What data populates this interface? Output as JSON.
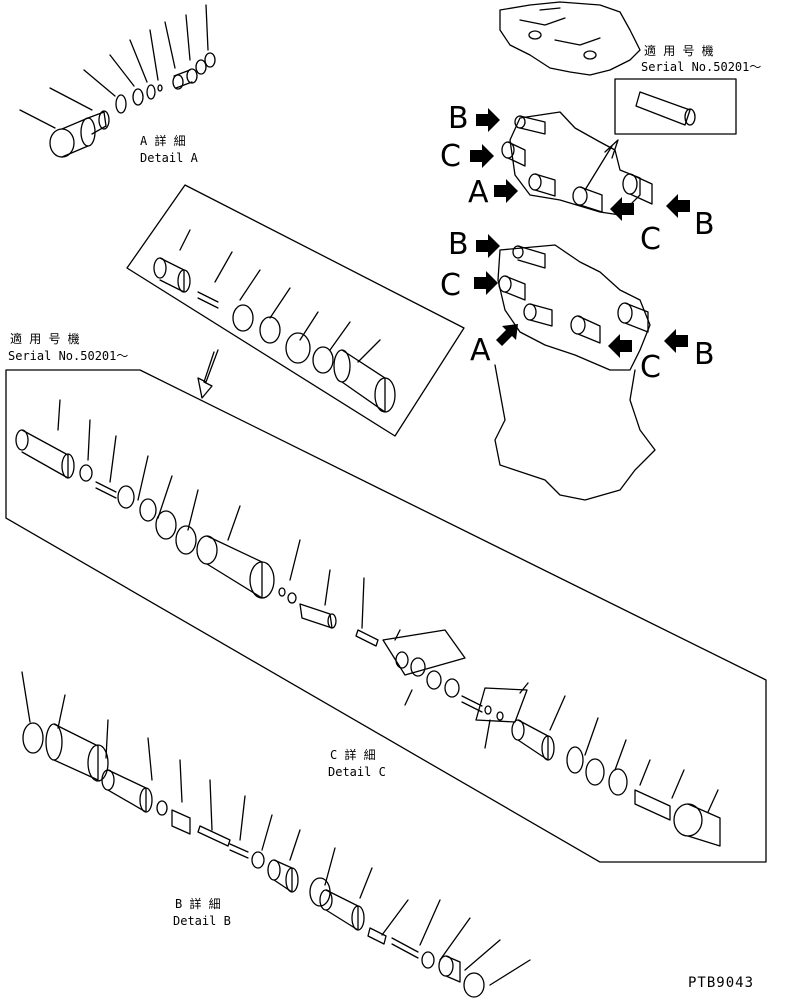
{
  "labels": {
    "detail_a_jp": "A 詳 細",
    "detail_a_en": "Detail A",
    "detail_b_jp": "B 詳 細",
    "detail_b_en": "Detail B",
    "detail_c_jp": "C 詳 細",
    "detail_c_en": "Detail C",
    "serial_top_jp": "適 用 号 機",
    "serial_top_en": "Serial No.50201〜",
    "serial_left_jp": "適 用 号 機",
    "serial_left_en": "Serial No.50201〜",
    "drawing_code": "PTB9043"
  },
  "arrow_letters": {
    "upper": {
      "b_left": "B",
      "c_left": "C",
      "a_left": "A",
      "b_right": "B",
      "c_right": "C"
    },
    "lower": {
      "b_left": "B",
      "c_left": "C",
      "a_left": "A",
      "b_right": "B",
      "c_right": "C"
    }
  },
  "colors": {
    "line": "#000000",
    "background": "#ffffff"
  }
}
